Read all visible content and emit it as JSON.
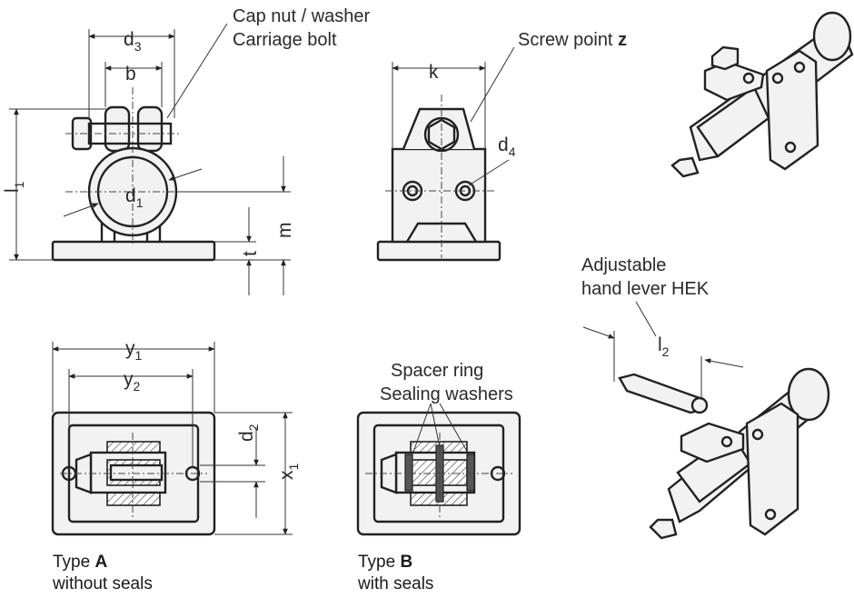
{
  "labels": {
    "cap_nut": "Cap nut / washer",
    "carriage_bolt": "Carriage bolt",
    "screw_point_text": "Screw point ",
    "screw_point_letter": "z",
    "adjustable_line1": "Adjustable",
    "adjustable_line2": "hand lever HEK",
    "spacer_ring": "Spacer ring",
    "sealing_washers": "Sealing washers"
  },
  "dimensions": {
    "d3": {
      "base": "d",
      "sub": "3"
    },
    "b": {
      "base": "b",
      "sub": ""
    },
    "l1": {
      "base": "l",
      "sub": "1"
    },
    "d1": {
      "base": "d",
      "sub": "1"
    },
    "m": {
      "base": "m",
      "sub": ""
    },
    "t": {
      "base": "t",
      "sub": ""
    },
    "k": {
      "base": "k",
      "sub": ""
    },
    "d4": {
      "base": "d",
      "sub": "4"
    },
    "y1": {
      "base": "y",
      "sub": "1"
    },
    "y2": {
      "base": "y",
      "sub": "2"
    },
    "d2": {
      "base": "d",
      "sub": "2"
    },
    "x1": {
      "base": "x",
      "sub": "1"
    },
    "l2": {
      "base": "l",
      "sub": "2"
    }
  },
  "captions": {
    "type_a": {
      "prefix": "Type ",
      "letter": "A",
      "desc": "without seals"
    },
    "type_b": {
      "prefix": "Type ",
      "letter": "B",
      "desc": "with seals"
    }
  }
}
